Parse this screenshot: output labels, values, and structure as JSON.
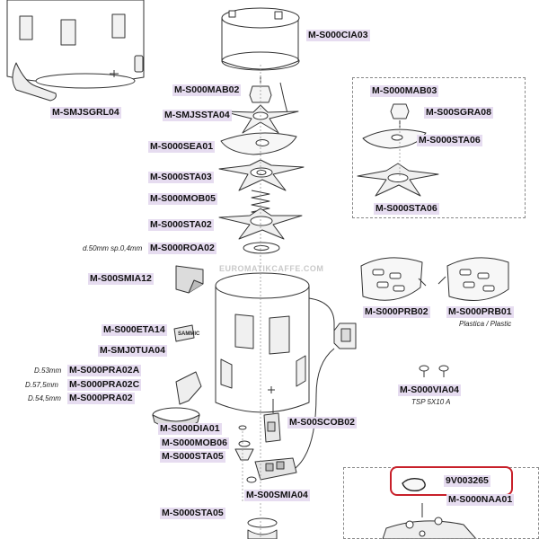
{
  "labels": {
    "cia03": "M-S000CIA03",
    "mab02": "M-S000MAB02",
    "smjssta04": "M-SMJSSTA04",
    "sea01": "M-S000SEA01",
    "sta03": "M-S000STA03",
    "mob05": "M-S000MOB05",
    "sta02": "M-S000STA02",
    "roa02": "M-S000ROA02",
    "smia12": "M-S00SMIA12",
    "eta14": "M-S000ETA14",
    "tua04": "M-SMJ0TUA04",
    "pra02a": "M-S000PRA02A",
    "pra02c": "M-S000PRA02C",
    "pra02": "M-S000PRA02",
    "dia01": "M-S000DIA01",
    "mob06": "M-S000MOB06",
    "sta05a": "M-S000STA05",
    "scob02": "M-S00SCOB02",
    "smia04": "M-S00SMIA04",
    "sta05b": "M-S000STA05",
    "smjsgrl04": "M-SMJSGRL04",
    "mab03": "M-S000MAB03",
    "sgra08": "M-S00SGRA08",
    "sta06a": "M-S000STA06",
    "sta06b": "M-S000STA06",
    "prb02": "M-S000PRB02",
    "prb01": "M-S000PRB01",
    "via04": "M-S000VIA04",
    "highlight": "9V003265",
    "naa01": "M-S000NAA01"
  },
  "notes": {
    "roa": "d.50mm sp.0,4mm",
    "d53": "D.53mm",
    "d575": "D.57,5mm",
    "d545": "D.54,5mm",
    "plastic": "Plastica / Plastic",
    "tsp": "TSP 5X10 A",
    "decal": "SAMMIC"
  },
  "watermark": "EUROMATIKCAFFE.COM",
  "colors": {
    "label_bg": "#e6dcf0",
    "highlight_border": "#c8202a"
  }
}
